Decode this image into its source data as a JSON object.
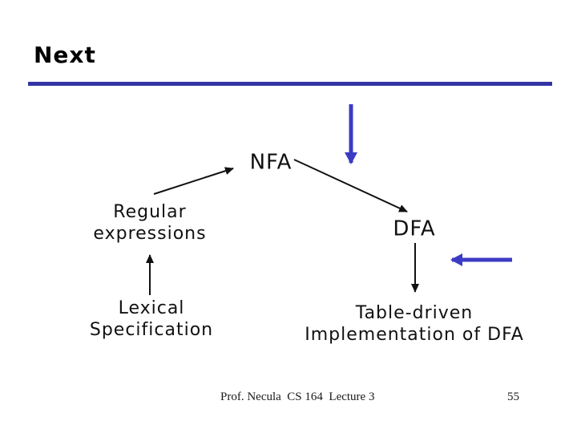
{
  "slide": {
    "title": "Next",
    "footer": {
      "credit": "Prof. Necula  CS 164  Lecture 3",
      "page_number": "55"
    }
  },
  "diagram": {
    "nodes": {
      "nfa": {
        "label": "NFA"
      },
      "regular_expressions": {
        "line1": "Regular",
        "line2": "expressions"
      },
      "dfa": {
        "label": "DFA"
      },
      "lexical_specification": {
        "line1": "Lexical",
        "line2": "Specification"
      },
      "table_driven": {
        "line1": "Table-driven",
        "line2": "Implementation of DFA"
      }
    },
    "edges": [
      {
        "from": "Regular expressions",
        "to": "NFA",
        "style": "thin-black-arrow"
      },
      {
        "from": "NFA",
        "to": "DFA",
        "style": "thin-black-arrow"
      },
      {
        "from": "Lexical Specification",
        "to": "Regular expressions",
        "style": "thin-black-arrow"
      },
      {
        "from": "DFA",
        "to": "Table-driven Implementation of DFA",
        "style": "thin-black-arrow"
      },
      {
        "name": "highlight-arrow-down",
        "direction": "down",
        "style": "thick-blue-arrow"
      },
      {
        "name": "highlight-arrow-left",
        "direction": "left",
        "style": "thick-blue-arrow"
      }
    ],
    "colors": {
      "accent_blue": "#3b3bc4",
      "rule_blue": "#3434a6",
      "text": "#111111"
    }
  }
}
